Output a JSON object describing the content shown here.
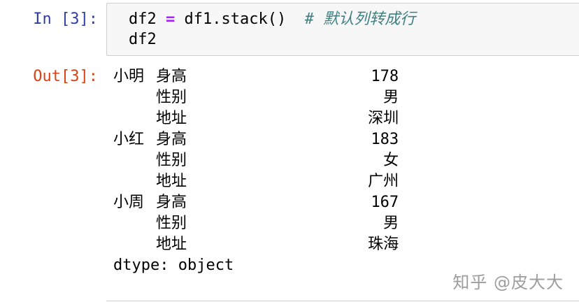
{
  "cell": {
    "in_prompt": "In [3]:",
    "out_prompt": "Out[3]:",
    "code": {
      "line1_var": "df2",
      "line1_op": "=",
      "line1_expr": "df1.stack()",
      "line1_comment": "# 默认列转成行",
      "line2": "df2"
    }
  },
  "output": {
    "rows": [
      {
        "name": "小明",
        "field": "身高",
        "value": "178"
      },
      {
        "name": "",
        "field": "性别",
        "value": "男"
      },
      {
        "name": "",
        "field": "地址",
        "value": "深圳"
      },
      {
        "name": "小红",
        "field": "身高",
        "value": "183"
      },
      {
        "name": "",
        "field": "性别",
        "value": "女"
      },
      {
        "name": "",
        "field": "地址",
        "value": "广州"
      },
      {
        "name": "小周",
        "field": "身高",
        "value": "167"
      },
      {
        "name": "",
        "field": "性别",
        "value": "男"
      },
      {
        "name": "",
        "field": "地址",
        "value": "珠海"
      }
    ],
    "dtype": "dtype: object"
  },
  "watermark": "知乎 @皮大大",
  "colors": {
    "in_prompt": "#303f9f",
    "out_prompt": "#d84315",
    "operator": "#aa22ff",
    "comment": "#408080",
    "input_bg": "#f7f7f7"
  }
}
